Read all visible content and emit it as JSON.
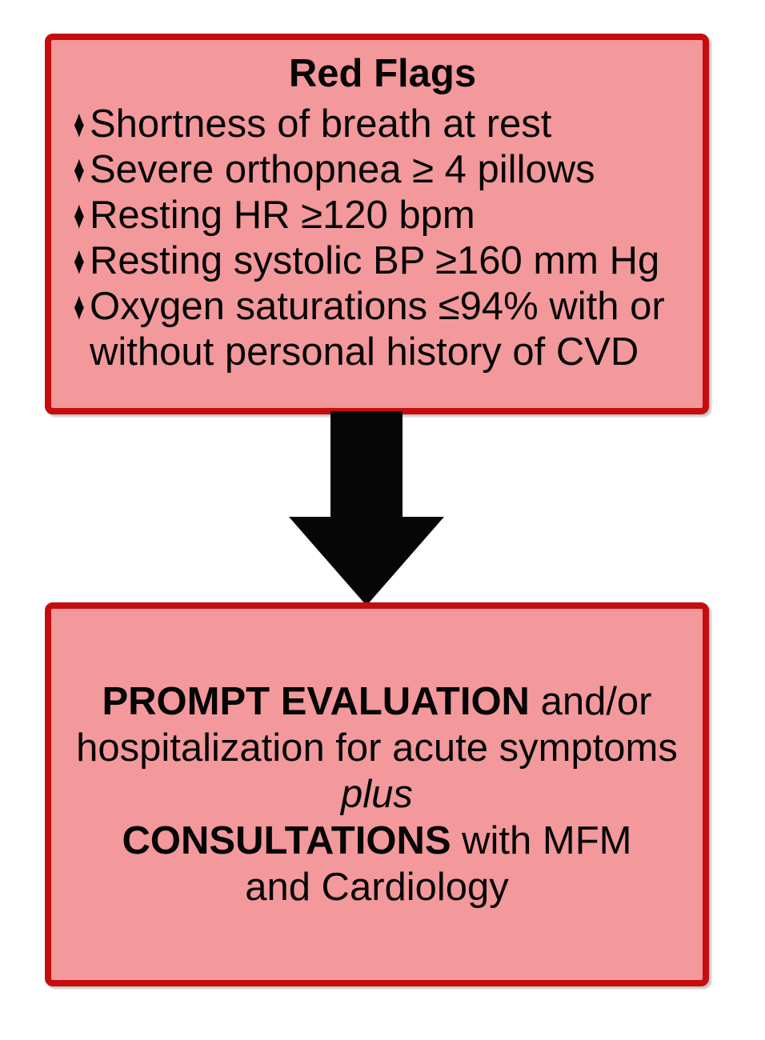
{
  "colors": {
    "box_fill": "#F3989B",
    "box_border": "#C60D0D",
    "arrow": "#060606",
    "text": "#060606"
  },
  "top_box": {
    "title": "Red Flags",
    "bullet_glyph": "♦",
    "items": [
      "Shortness of breath at rest",
      "Severe orthopnea ≥ 4 pillows",
      "Resting HR ≥120 bpm",
      "Resting systolic BP ≥160 mm Hg",
      "Oxygen saturations ≤94% with or without personal history of CVD"
    ]
  },
  "arrow": {
    "direction": "down"
  },
  "bottom_box": {
    "line1_bold": "PROMPT EVALUATION",
    "line1_rest": " and/or",
    "line2": "hospitalization for acute symptoms",
    "line3_italic": "plus",
    "line4_bold": "CONSULTATIONS",
    "line4_rest": " with MFM",
    "line5": "and Cardiology"
  }
}
